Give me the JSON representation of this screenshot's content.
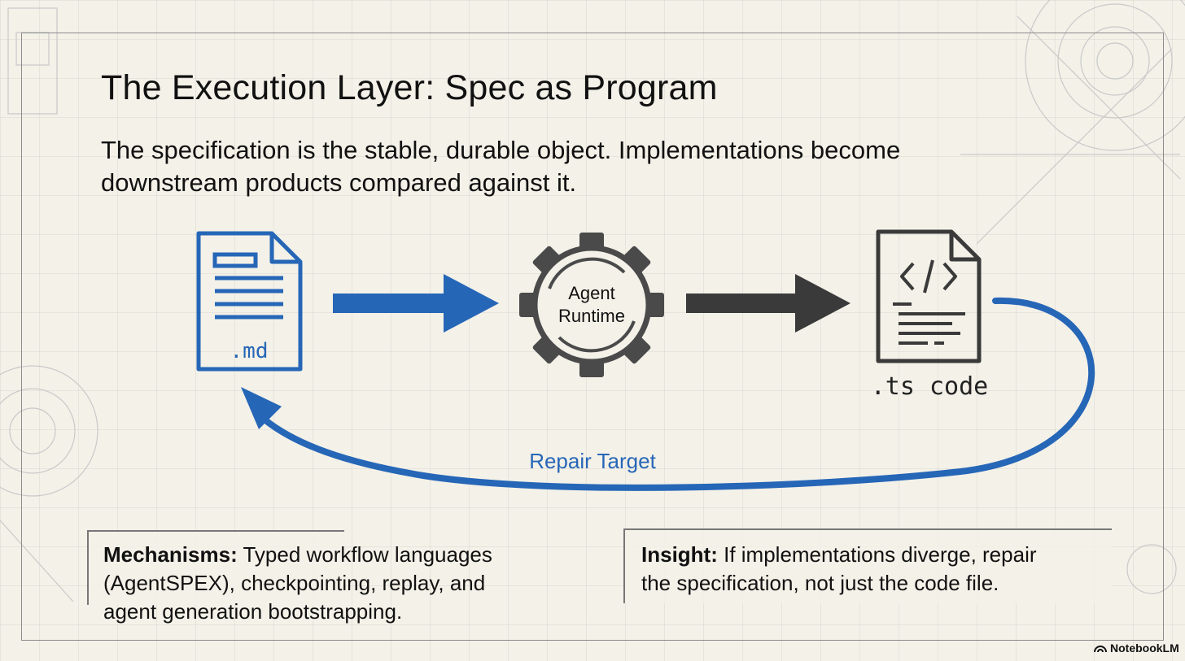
{
  "slide": {
    "title": "The Execution Layer: Spec as Program",
    "subtitle": "The specification is the stable, durable object. Implementations become downstream products compared against it."
  },
  "diagram": {
    "spec_file": {
      "label": ".md",
      "icon": "markdown-document-icon",
      "color": "#2666b7"
    },
    "runtime": {
      "line1": "Agent",
      "line2": "Runtime",
      "icon": "gear-icon"
    },
    "code_file": {
      "label": ".ts code",
      "icon": "code-document-icon",
      "color": "#3a3a3a"
    },
    "loop_label": "Repair Target",
    "colors": {
      "accent": "#2666b7",
      "dark": "#3a3a3a"
    }
  },
  "mechanisms": {
    "heading": "Mechanisms:",
    "line1": " Typed workflow languages",
    "line2": "(AgentSPEX), checkpointing, replay, and",
    "line3": "agent generation bootstrapping."
  },
  "insight": {
    "heading": "Insight:",
    "line1": " If implementations diverge, repair",
    "line2": "the specification, not just the code file."
  },
  "brand": {
    "name": "NotebookLM",
    "icon": "notebooklm-logo-icon"
  }
}
